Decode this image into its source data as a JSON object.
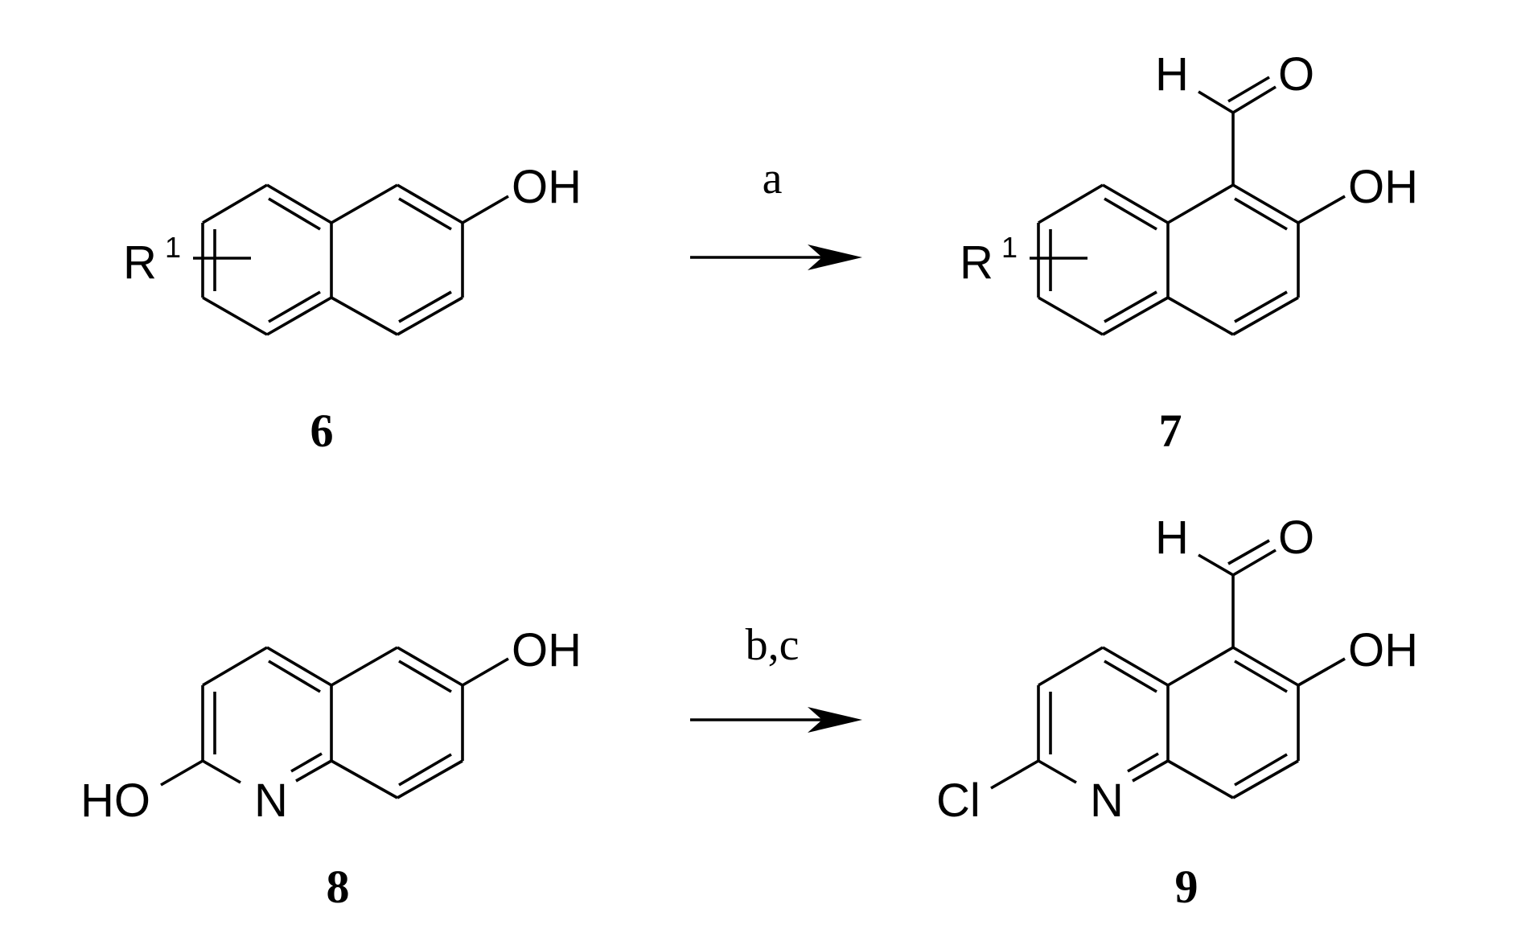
{
  "reactions": [
    {
      "reactant": {
        "number": "6",
        "labels": {
          "oh": "OH",
          "r": "R",
          "r_sup": "1"
        }
      },
      "condition": "a",
      "product": {
        "number": "7",
        "labels": {
          "h": "H",
          "o": "O",
          "oh": "OH",
          "r": "R",
          "r_sup": "1"
        }
      }
    },
    {
      "reactant": {
        "number": "8",
        "labels": {
          "oh": "OH",
          "ho": "HO",
          "n": "N"
        }
      },
      "condition": "b,c",
      "product": {
        "number": "9",
        "labels": {
          "h": "H",
          "o": "O",
          "oh": "OH",
          "cl": "Cl",
          "n": "N"
        }
      }
    }
  ]
}
